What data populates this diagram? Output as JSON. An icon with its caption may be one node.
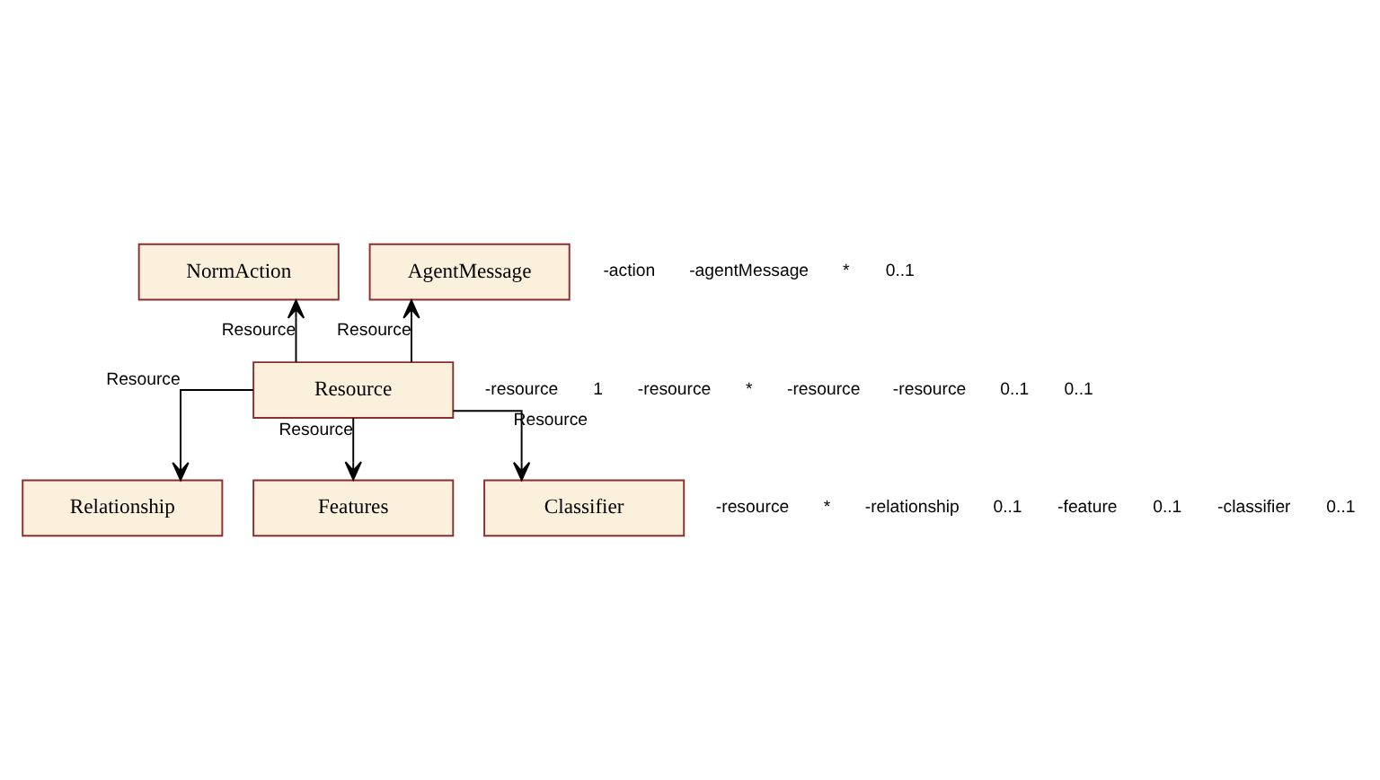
{
  "diagram": {
    "nodes": [
      {
        "text": [
          "NormAction"
        ]
      },
      {
        "text": [
          "AgentMessage"
        ]
      },
      {
        "text": [
          "Resource"
        ]
      },
      {
        "text": [
          "Relationship"
        ]
      },
      {
        "text": [
          "Features"
        ]
      },
      {
        "text": [
          "Classifier"
        ]
      }
    ],
    "edges": [
      {
        "from": 2,
        "to": 0,
        "arrow": "to",
        "label": "Resource"
      },
      {
        "from": 2,
        "to": 1,
        "arrow": "to",
        "label": "Resource"
      },
      {
        "from": 2,
        "to": 3,
        "arrow": "to",
        "label": "Resource"
      },
      {
        "from": 2,
        "to": 4,
        "arrow": "to",
        "label": "Resource"
      },
      {
        "from": 2,
        "to": 5,
        "arrow": "to",
        "label": "Resource"
      }
    ],
    "labels": [
      "-action",
      "-agentMessage",
      "*",
      "0..1",
      "-resource",
      "1",
      "-resource",
      "*",
      "-resource",
      "-resource",
      "0..1",
      "-resource",
      "*",
      "0..1",
      "-relationship",
      "0..1",
      "-feature",
      "0..1",
      "-classifier",
      "0..1"
    ]
  }
}
